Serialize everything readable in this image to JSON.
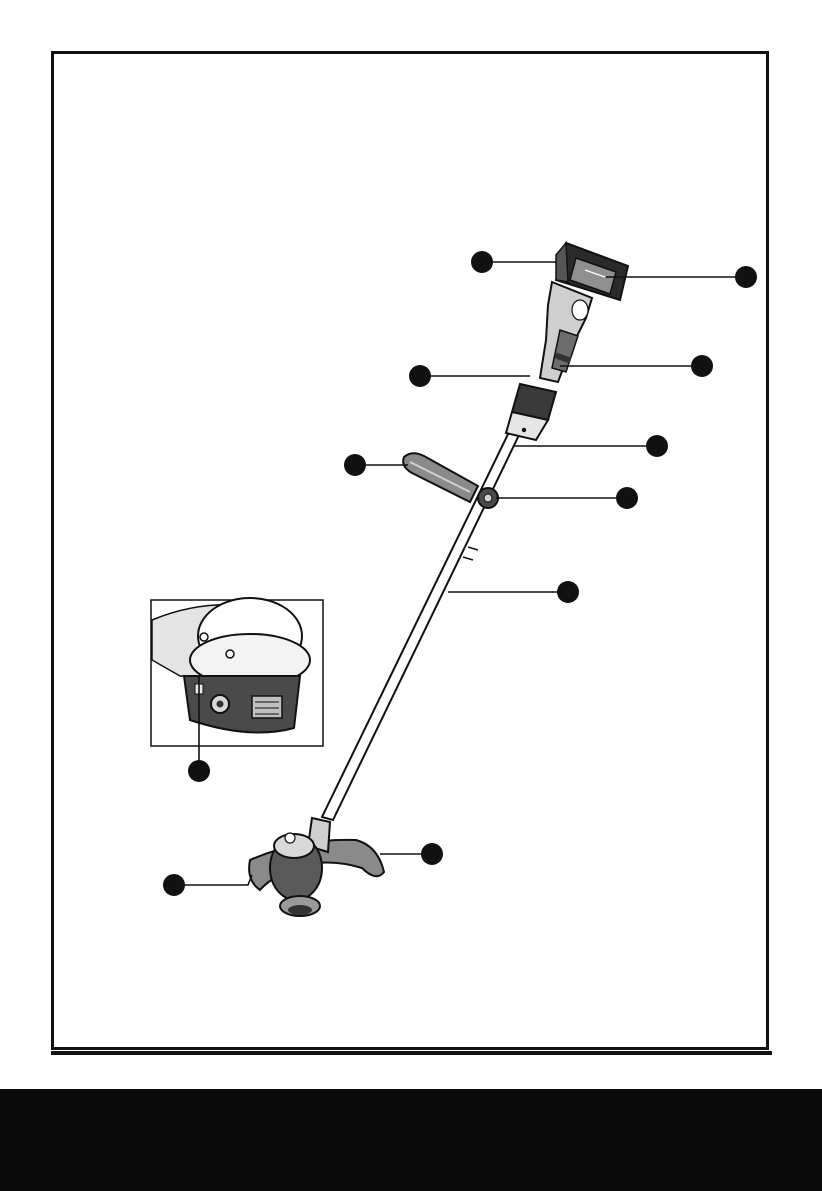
{
  "figure": {
    "type": "parts-diagram",
    "subject": "cordless-string-trimmer",
    "callout_count": 11,
    "colors": {
      "ink": "#111111",
      "paper": "#ffffff",
      "footer": "#0a0a0a",
      "tool_grey": "#8a8a8a",
      "tool_dark": "#2a2a2a"
    }
  },
  "callouts": [
    {
      "id": "battery-release"
    },
    {
      "id": "battery-pack"
    },
    {
      "id": "lock-off-button"
    },
    {
      "id": "switch-trigger"
    },
    {
      "id": "rear-handle"
    },
    {
      "id": "auxiliary-handle"
    },
    {
      "id": "handle-knob"
    },
    {
      "id": "shaft"
    },
    {
      "id": "guard"
    },
    {
      "id": "line-cutter"
    },
    {
      "id": "bump-feed-button"
    }
  ]
}
